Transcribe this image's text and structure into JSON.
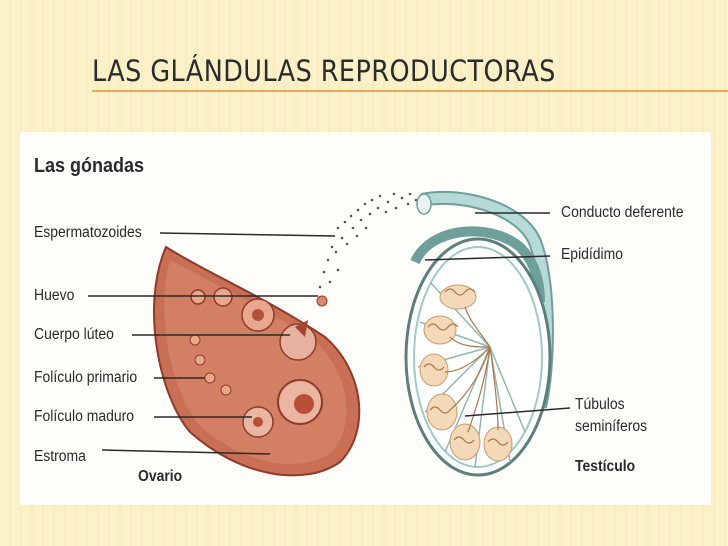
{
  "slide": {
    "title": "LAS GLÁNDULAS REPRODUCTORAS"
  },
  "figure": {
    "heading": "Las gónadas",
    "labels": {
      "espermatozoides": "Espermatozoides",
      "huevo": "Huevo",
      "cuerpo_luteo": "Cuerpo lúteo",
      "foliculo_primario": "Folículo primario",
      "foliculo_maduro": "Folículo maduro",
      "estroma": "Estroma",
      "ovario": "Ovario",
      "conducto_deferente": "Conducto deferente",
      "epididimo": "Epidídimo",
      "tubulos_line1": "Túbulos",
      "tubulos_line2": "seminíferos",
      "testiculo": "Testículo"
    },
    "colors": {
      "ovary_fill": "#c86f55",
      "ovary_edge": "#8e3b2a",
      "testis_fill": "#ffffff",
      "tubule": "#c79a6a",
      "duct": "#9fc9c6"
    }
  }
}
